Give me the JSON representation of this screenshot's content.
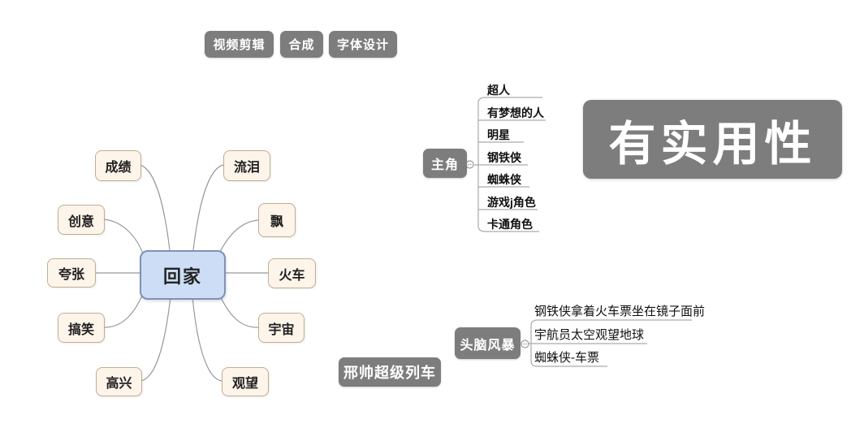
{
  "colors": {
    "label_box_gray": "#7d7d7d",
    "center_topic_fill": "#ccddf5",
    "center_topic_border": "#8091b5",
    "subtopic_fill": "#fdf4ea",
    "subtopic_border": "#c0ae94",
    "connector_line": "#999999",
    "underline": "#aaaaaa",
    "text_on_gray": "#ffffff",
    "text_dark": "#1f1f1f"
  },
  "toolbar": {
    "items": [
      "视频剪辑",
      "合成",
      "字体设计"
    ]
  },
  "mindmap": {
    "center": "回家",
    "left_nodes": [
      "成绩",
      "创意",
      "夸张",
      "搞笑",
      "高兴"
    ],
    "right_nodes": [
      "流泪",
      "飘",
      "火车",
      "宇宙",
      "观望"
    ]
  },
  "protagonist_tree": {
    "root": "主角",
    "children": [
      "超人",
      "有梦想的人",
      "明星",
      "钢铁侠",
      "蜘蛛侠",
      "游戏j角色",
      "卡通角色"
    ]
  },
  "brainstorm_tree": {
    "root": "头脑风暴",
    "children": [
      "钢铁侠拿着火车票坐在镜子面前",
      "宇航员太空观望地球",
      "蜘蛛侠-车票"
    ]
  },
  "banner": {
    "label": "有实用性"
  },
  "floating_label": {
    "label": "邢帅超级列车"
  }
}
